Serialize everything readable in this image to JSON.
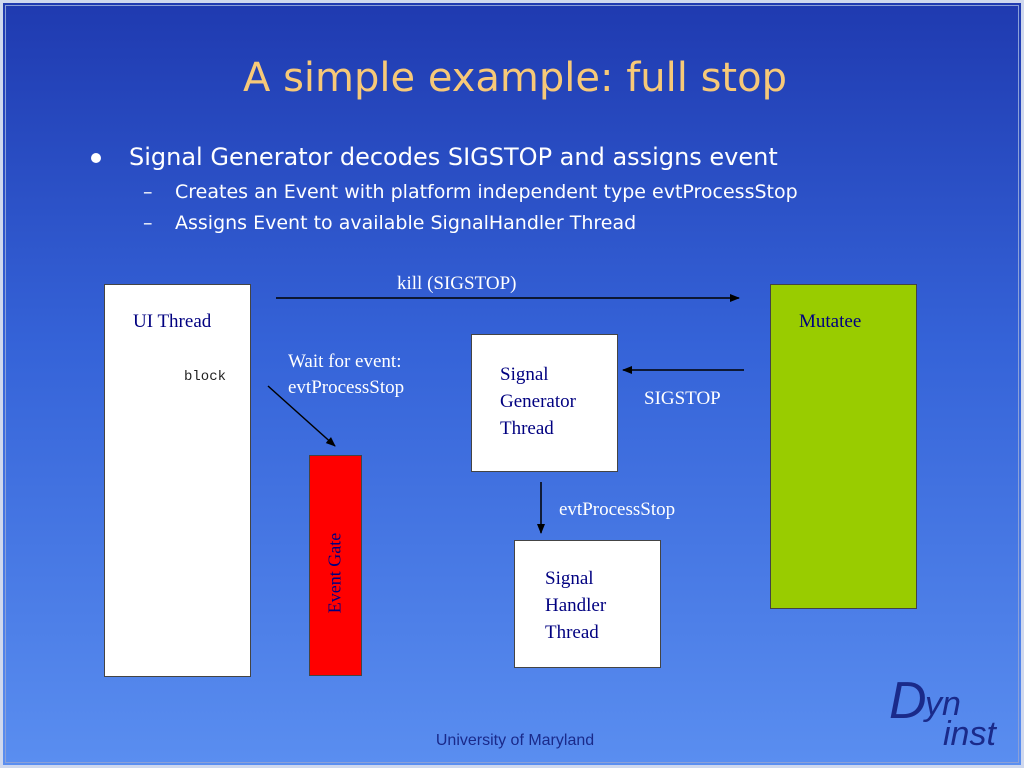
{
  "slide": {
    "title": "A simple example: full stop",
    "bullet_main": "Signal Generator decodes SIGSTOP and assigns event",
    "sub_bullets": [
      "Creates an Event with platform independent type evtProcessStop",
      "Assigns Event to available SignalHandler Thread"
    ],
    "sub_marker": "–"
  },
  "diagram": {
    "ui_thread": "UI Thread",
    "block": "block",
    "mutatee": "Mutatee",
    "kill_label": "kill (SIGSTOP)",
    "wait_line1": "Wait for event:",
    "wait_line2": "evtProcessStop",
    "event_gate": "Event Gate",
    "sig_gen_line1": "Signal",
    "sig_gen_line2": "Generator",
    "sig_gen_line3": "Thread",
    "sigstop_label": "SIGSTOP",
    "evt_label": "evtProcessStop",
    "sig_handler_line1": "Signal",
    "sig_handler_line2": "Handler",
    "sig_handler_line3": "Thread"
  },
  "colors": {
    "title": "#f7c978",
    "event_gate": "#ff0000",
    "mutatee": "#99cc00",
    "box_label": "#000080"
  },
  "footer": {
    "institution": "University of Maryland",
    "logo_d": "D",
    "logo_yn": "yn",
    "logo_inst": "inst"
  }
}
